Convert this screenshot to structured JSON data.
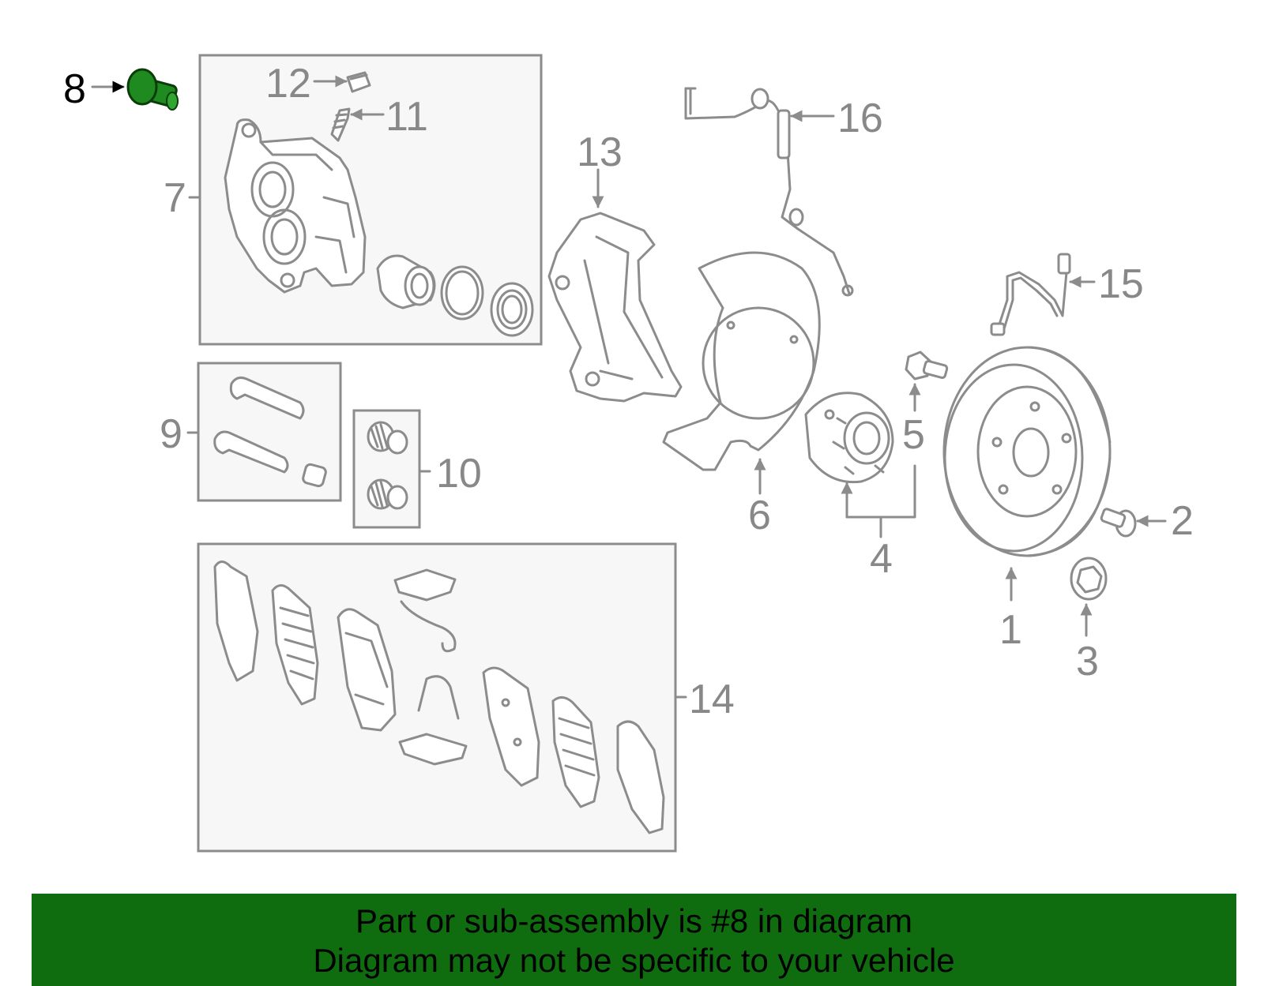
{
  "labels": {
    "l1": "1",
    "l2": "2",
    "l3": "3",
    "l4": "4",
    "l5": "5",
    "l6": "6",
    "l7": "7",
    "l8": "8",
    "l9": "9",
    "l10": "10",
    "l11": "11",
    "l12": "12",
    "l13": "13",
    "l14": "14",
    "l15": "15",
    "l16": "16"
  },
  "highlight": {
    "part_number": "8",
    "color": "#1f8a1f"
  },
  "colors": {
    "line": "#8c8c8c",
    "box": "#f7f7f7",
    "banner": "#0f6d0f"
  },
  "banner": {
    "line1": "Part or sub-assembly is #8 in diagram",
    "line2": "Diagram may not be specific to your vehicle"
  }
}
